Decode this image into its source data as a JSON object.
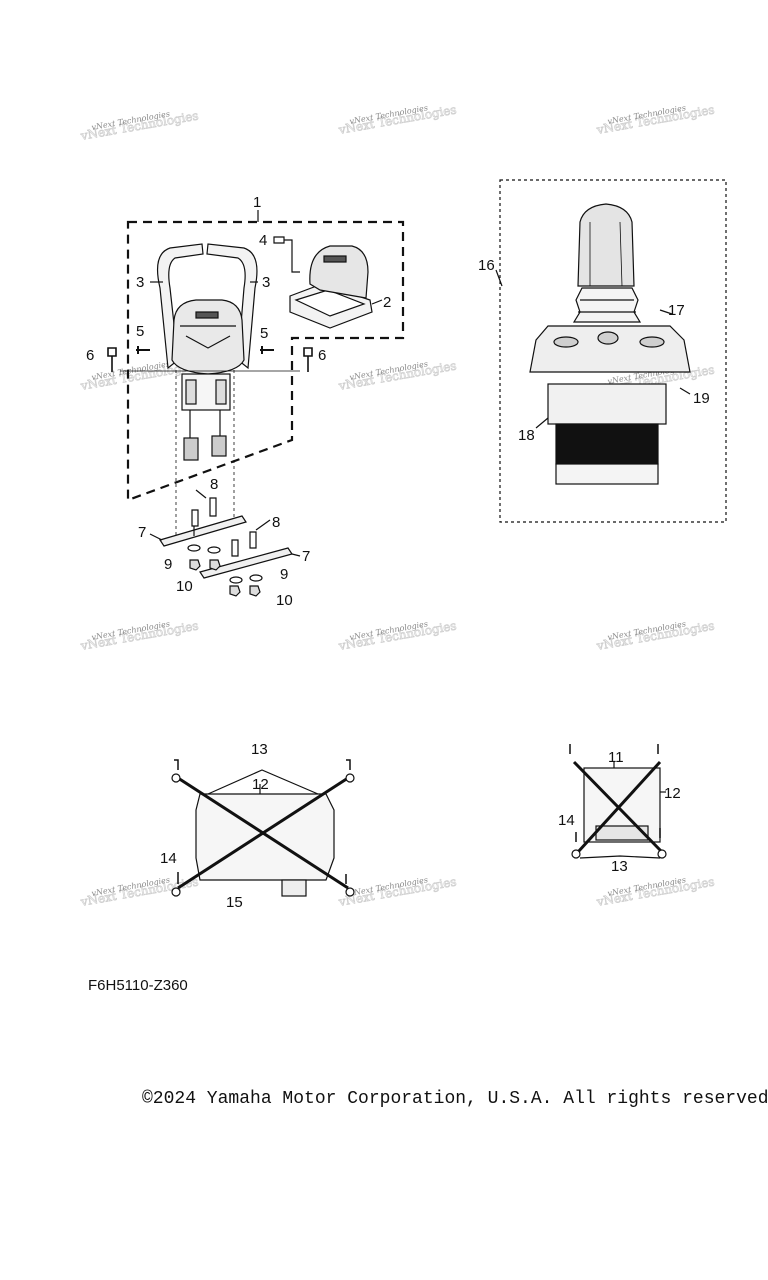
{
  "watermark": "vNext Technologies",
  "callouts": {
    "c1": "1",
    "c2": "2",
    "c3a": "3",
    "c3b": "3",
    "c4": "4",
    "c5a": "5",
    "c5b": "5",
    "c6a": "6",
    "c6b": "6",
    "c7a": "7",
    "c7b": "7",
    "c8a": "8",
    "c8b": "8",
    "c9a": "9",
    "c9b": "9",
    "c10a": "10",
    "c10b": "10",
    "c11": "11",
    "c12a": "12",
    "c12b": "12",
    "c13a": "13",
    "c13b": "13",
    "c14a": "14",
    "c14b": "14",
    "c15": "15",
    "c16": "16",
    "c17": "17",
    "c18": "18",
    "c19": "19"
  },
  "part_code": "F6H5110-Z360",
  "copyright": "©2024 Yamaha Motor Corporation, U.S.A. All rights reserved."
}
